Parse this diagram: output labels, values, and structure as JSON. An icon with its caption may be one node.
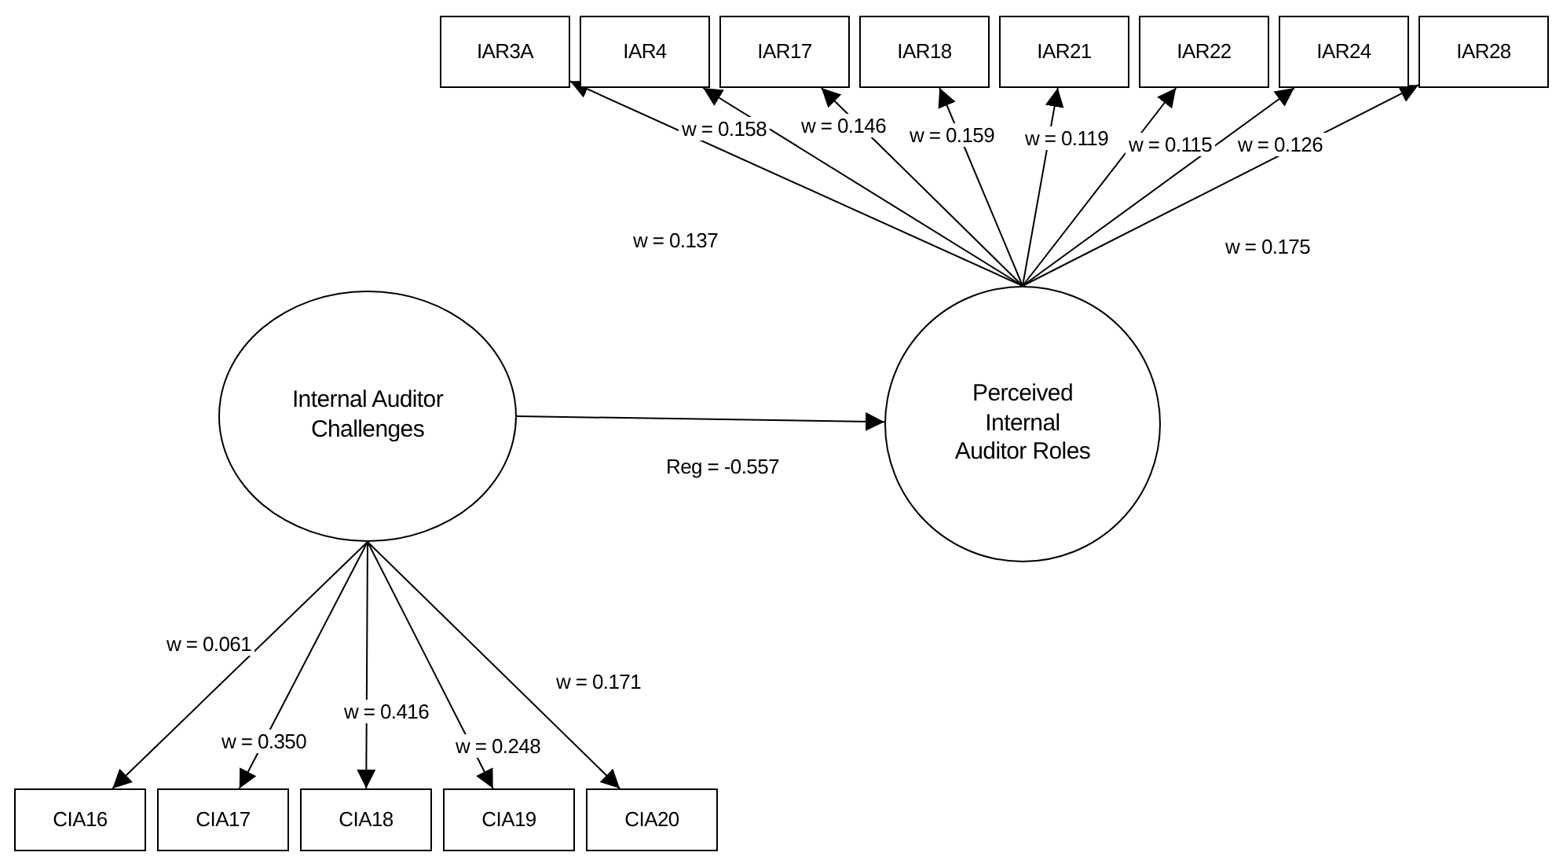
{
  "diagram": {
    "nodes": [
      {
        "text": [
          "IAR3A"
        ]
      },
      {
        "text": [
          "IAR4"
        ]
      },
      {
        "text": [
          "IAR17"
        ]
      },
      {
        "text": [
          "IAR18"
        ]
      },
      {
        "text": [
          "IAR21"
        ]
      },
      {
        "text": [
          "IAR22"
        ]
      },
      {
        "text": [
          "IAR24"
        ]
      },
      {
        "text": [
          "IAR28"
        ]
      },
      {
        "text": [
          "Internal Auditor Challenges"
        ]
      },
      {
        "text": [
          "Perceived Internal Auditor Roles"
        ]
      },
      {
        "text": [
          "CIA16"
        ]
      },
      {
        "text": [
          "CIA17"
        ]
      },
      {
        "text": [
          "CIA18"
        ]
      },
      {
        "text": [
          "CIA19"
        ]
      },
      {
        "text": [
          "CIA20"
        ]
      }
    ],
    "edges": [
      {
        "from": 9,
        "to": 0,
        "arrow": "to",
        "label": "w = 0.137"
      },
      {
        "from": 9,
        "to": 1,
        "arrow": "to",
        "label": "w = 0.158"
      },
      {
        "from": 9,
        "to": 2,
        "arrow": "to",
        "label": "w = 0.146"
      },
      {
        "from": 9,
        "to": 3,
        "arrow": "to",
        "label": "w = 0.159"
      },
      {
        "from": 9,
        "to": 4,
        "arrow": "to",
        "label": "w = 0.119"
      },
      {
        "from": 9,
        "to": 5,
        "arrow": "to",
        "label": "w = 0.115"
      },
      {
        "from": 9,
        "to": 6,
        "arrow": "to",
        "label": "w = 0.126"
      },
      {
        "from": 9,
        "to": 7,
        "arrow": "to",
        "label": "w = 0.175"
      },
      {
        "from": 8,
        "to": 9,
        "arrow": "to",
        "label": "Reg = -0.557"
      },
      {
        "from": 8,
        "to": 10,
        "arrow": "to",
        "label": "w = 0.061"
      },
      {
        "from": 8,
        "to": 11,
        "arrow": "to",
        "label": "w = 0.350"
      },
      {
        "from": 8,
        "to": 12,
        "arrow": "to",
        "label": "w = 0.416"
      },
      {
        "from": 8,
        "to": 13,
        "arrow": "to",
        "label": "w = 0.248"
      },
      {
        "from": 8,
        "to": 14,
        "arrow": "to",
        "label": "w = 0.171"
      }
    ]
  }
}
